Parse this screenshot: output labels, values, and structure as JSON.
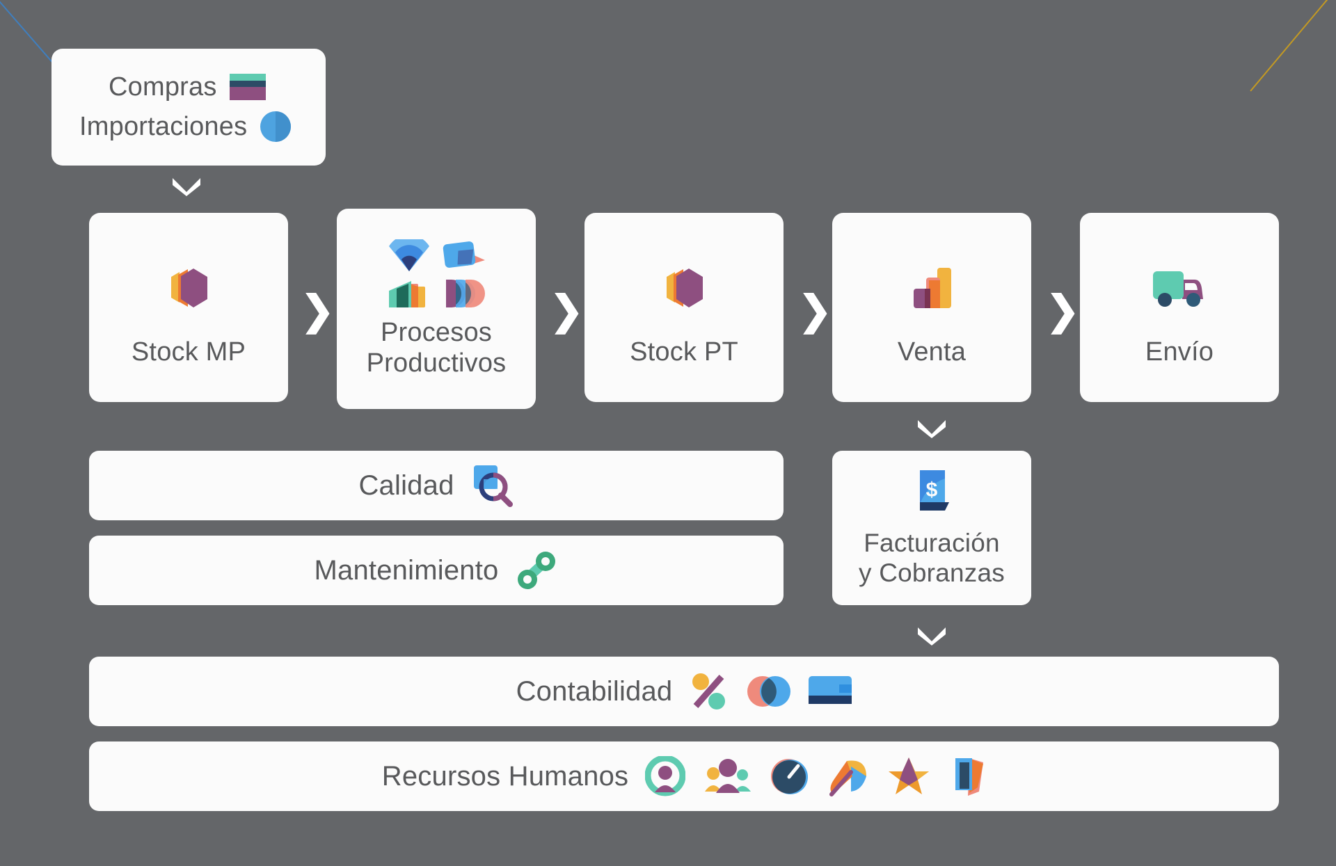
{
  "background_color": "#646669",
  "card_color": "#fbfbfb",
  "text_color": "#58595b",
  "accent_lines": {
    "top_left": "#3f7fbf",
    "top_right": "#c49a22"
  },
  "top_card": {
    "line1": "Compras",
    "line1_icon": "credit-card-icon",
    "line2": "Importaciones",
    "line2_icon": "half-circle-icon"
  },
  "process_flow": {
    "connector": "❯",
    "steps": [
      {
        "label": "Stock MP",
        "icon": "hexagon-cube-icon"
      },
      {
        "label": "Procesos\nProductivos",
        "icon": "four-shapes-icon"
      },
      {
        "label": "Stock PT",
        "icon": "hexagon-cube-icon"
      },
      {
        "label": "Venta",
        "icon": "bar-chart-icon"
      },
      {
        "label": "Envío",
        "icon": "delivery-truck-icon"
      }
    ],
    "step_labels": {
      "stock_mp": "Stock MP",
      "procesos_l1": "Procesos",
      "procesos_l2": "Productivos",
      "stock_pt": "Stock PT",
      "venta": "Venta",
      "envio": "Envío"
    }
  },
  "support_rows": {
    "calidad": {
      "label": "Calidad",
      "icons": [
        "magnifier-square-icon"
      ]
    },
    "mantenimiento": {
      "label": "Mantenimiento",
      "icons": [
        "chain-link-icon"
      ]
    }
  },
  "facturacion": {
    "line1": "Facturación",
    "line2": "y Cobranzas",
    "icon": "invoice-dollar-icon"
  },
  "contabilidad": {
    "label": "Contabilidad",
    "icons": [
      "percent-icon",
      "venn-circles-icon",
      "card-icon"
    ]
  },
  "rrhh": {
    "label": "Recursos Humanos",
    "icons": [
      "person-circle-icon",
      "people-group-icon",
      "gauge-icon",
      "ribbon-icon",
      "star-icon",
      "layers-icon"
    ]
  },
  "arrows": {
    "down": "chevron-down-icon",
    "right": "chevron-right-icon"
  }
}
